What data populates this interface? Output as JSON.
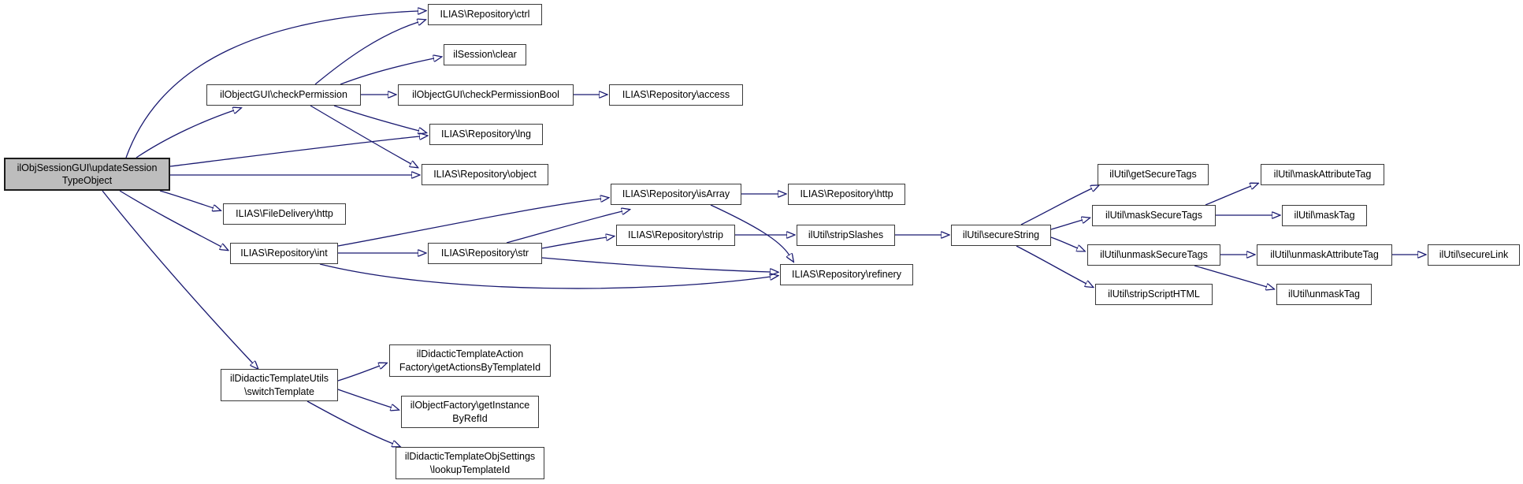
{
  "diagram": {
    "type": "call-graph"
  },
  "colors": {
    "edge": "#191970",
    "node_background": "#ffffff",
    "node_border": "#3a3a3a",
    "root_background": "#bdbdbd",
    "text": "#000000"
  },
  "nodes": {
    "root": {
      "label": "ilObjSessionGUI\\updateSession\nTypeObject"
    },
    "checkpermission": {
      "label": "ilObjectGUI\\checkPermission"
    },
    "fdhttp": {
      "label": "ILIAS\\FileDelivery\\http"
    },
    "int": {
      "label": "ILIAS\\Repository\\int"
    },
    "switchtemplate": {
      "label": "ilDidacticTemplateUtils\n\\switchTemplate"
    },
    "ctrl": {
      "label": "ILIAS\\Repository\\ctrl"
    },
    "clear": {
      "label": "ilSession\\clear"
    },
    "checkpermissionbool": {
      "label": "ilObjectGUI\\checkPermissionBool"
    },
    "lng": {
      "label": "ILIAS\\Repository\\lng"
    },
    "object": {
      "label": "ILIAS\\Repository\\object"
    },
    "str": {
      "label": "ILIAS\\Repository\\str"
    },
    "getactions": {
      "label": "ilDidacticTemplateAction\nFactory\\getActionsByTemplateId"
    },
    "getinstance": {
      "label": "ilObjectFactory\\getInstance\nByRefId"
    },
    "lookuptemplate": {
      "label": "ilDidacticTemplateObjSettings\n\\lookupTemplateId"
    },
    "access": {
      "label": "ILIAS\\Repository\\access"
    },
    "isarray": {
      "label": "ILIAS\\Repository\\isArray"
    },
    "strip": {
      "label": "ILIAS\\Repository\\strip"
    },
    "repohttp": {
      "label": "ILIAS\\Repository\\http"
    },
    "stripslashes": {
      "label": "ilUtil\\stripSlashes"
    },
    "refinery": {
      "label": "ILIAS\\Repository\\refinery"
    },
    "securestring": {
      "label": "ilUtil\\secureString"
    },
    "getsecuretags": {
      "label": "ilUtil\\getSecureTags"
    },
    "masksecuretags": {
      "label": "ilUtil\\maskSecureTags"
    },
    "unmasksecuretags": {
      "label": "ilUtil\\unmaskSecureTags"
    },
    "stripscripthtml": {
      "label": "ilUtil\\stripScriptHTML"
    },
    "maskattributetag": {
      "label": "ilUtil\\maskAttributeTag"
    },
    "masktag": {
      "label": "ilUtil\\maskTag"
    },
    "unmaskattributetag": {
      "label": "ilUtil\\unmaskAttributeTag"
    },
    "unmasktag": {
      "label": "ilUtil\\unmaskTag"
    },
    "securelink": {
      "label": "ilUtil\\secureLink"
    }
  },
  "edges": [
    {
      "from": "root",
      "to": "ctrl"
    },
    {
      "from": "root",
      "to": "checkpermission"
    },
    {
      "from": "root",
      "to": "lng"
    },
    {
      "from": "root",
      "to": "object"
    },
    {
      "from": "root",
      "to": "fdhttp"
    },
    {
      "from": "root",
      "to": "int"
    },
    {
      "from": "root",
      "to": "switchtemplate"
    },
    {
      "from": "checkpermission",
      "to": "ctrl"
    },
    {
      "from": "checkpermission",
      "to": "clear"
    },
    {
      "from": "checkpermission",
      "to": "checkpermissionbool"
    },
    {
      "from": "checkpermission",
      "to": "lng"
    },
    {
      "from": "checkpermission",
      "to": "object"
    },
    {
      "from": "checkpermissionbool",
      "to": "access"
    },
    {
      "from": "int",
      "to": "isarray"
    },
    {
      "from": "int",
      "to": "str"
    },
    {
      "from": "int",
      "to": "refinery"
    },
    {
      "from": "str",
      "to": "isarray"
    },
    {
      "from": "str",
      "to": "strip"
    },
    {
      "from": "str",
      "to": "refinery"
    },
    {
      "from": "isarray",
      "to": "repohttp"
    },
    {
      "from": "isarray",
      "to": "refinery"
    },
    {
      "from": "strip",
      "to": "stripslashes"
    },
    {
      "from": "stripslashes",
      "to": "securestring"
    },
    {
      "from": "securestring",
      "to": "getsecuretags"
    },
    {
      "from": "securestring",
      "to": "masksecuretags"
    },
    {
      "from": "securestring",
      "to": "unmasksecuretags"
    },
    {
      "from": "securestring",
      "to": "stripscripthtml"
    },
    {
      "from": "masksecuretags",
      "to": "maskattributetag"
    },
    {
      "from": "masksecuretags",
      "to": "masktag"
    },
    {
      "from": "unmasksecuretags",
      "to": "unmaskattributetag"
    },
    {
      "from": "unmasksecuretags",
      "to": "unmasktag"
    },
    {
      "from": "unmaskattributetag",
      "to": "securelink"
    },
    {
      "from": "switchtemplate",
      "to": "getactions"
    },
    {
      "from": "switchtemplate",
      "to": "getinstance"
    },
    {
      "from": "switchtemplate",
      "to": "lookuptemplate"
    }
  ]
}
